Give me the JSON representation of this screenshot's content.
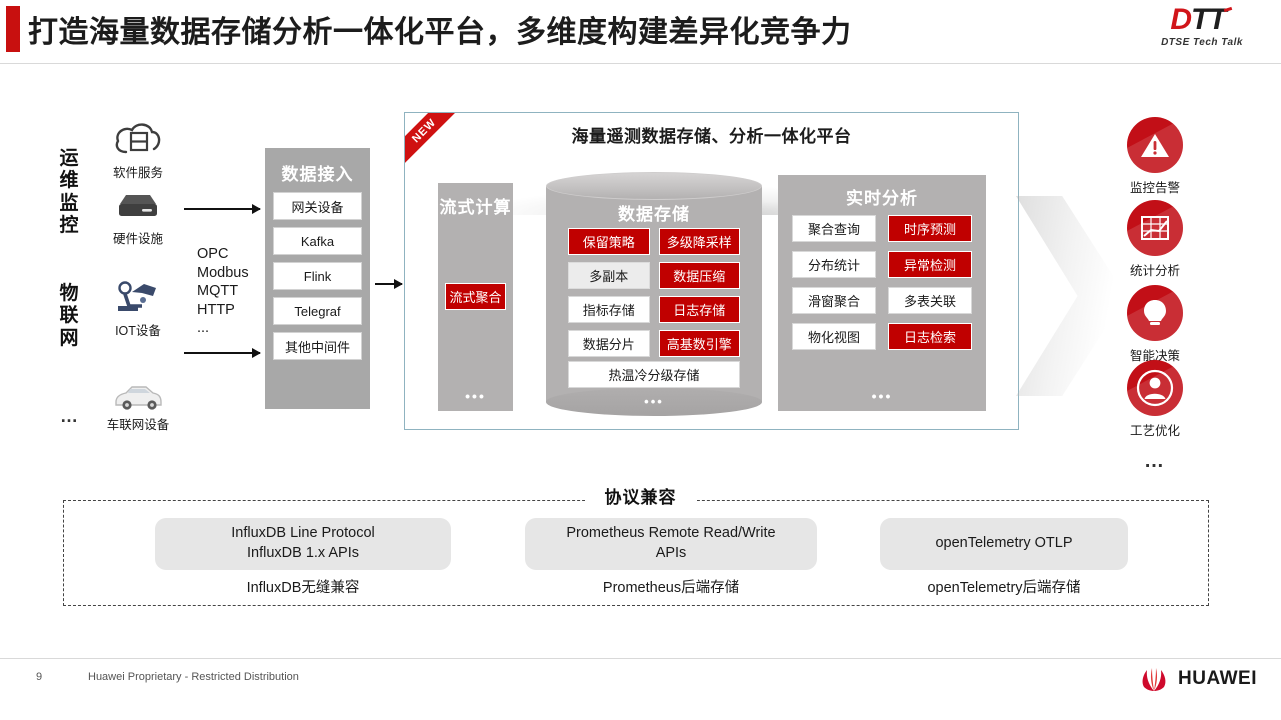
{
  "header": {
    "title": "打造海量数据存储分析一体化平台，多维度构建差异化竞争力",
    "accent_color": "#c8100f",
    "logo": {
      "mark_d": "D",
      "mark_tt": "TT",
      "subtitle": "DTSE  Tech Talk"
    }
  },
  "left_column": {
    "group_labels": [
      "运维监控",
      "物联网"
    ],
    "sources": [
      {
        "label": "软件服务",
        "icon": "cloud-icon"
      },
      {
        "label": "硬件设施",
        "icon": "server-icon"
      },
      {
        "label": "IOT设备",
        "icon": "robot-arm-icon"
      },
      {
        "label": "车联网设备",
        "icon": "car-icon"
      }
    ],
    "more": "…",
    "protocols": [
      "OPC",
      "Modbus",
      "MQTT",
      "HTTP",
      "..."
    ]
  },
  "ingest": {
    "title": "数据接入",
    "items": [
      "网关设备",
      "Kafka",
      "Flink",
      "Telegraf",
      "其他中间件"
    ]
  },
  "platform": {
    "badge": "NEW",
    "title": "海量遥测数据存储、分析一体化平台",
    "border_color": "#8fb3c0",
    "stream": {
      "title": "流式计算",
      "chips": [
        {
          "label": "流式聚合",
          "style": "red"
        }
      ],
      "more": "•••"
    },
    "storage": {
      "title": "数据存储",
      "chips": [
        {
          "label": "保留策略",
          "style": "red"
        },
        {
          "label": "多级降采样",
          "style": "red"
        },
        {
          "label": "多副本",
          "style": "light"
        },
        {
          "label": "数据压缩",
          "style": "red"
        },
        {
          "label": "指标存储",
          "style": "white"
        },
        {
          "label": "日志存储",
          "style": "red"
        },
        {
          "label": "数据分片",
          "style": "white"
        },
        {
          "label": "高基数引擎",
          "style": "red"
        }
      ],
      "wide_chip": {
        "label": "热温冷分级存储",
        "style": "white"
      },
      "more": "•••"
    },
    "analysis": {
      "title": "实时分析",
      "chips": [
        {
          "label": "聚合查询",
          "style": "white"
        },
        {
          "label": "时序预测",
          "style": "red"
        },
        {
          "label": "分布统计",
          "style": "white"
        },
        {
          "label": "异常检测",
          "style": "red"
        },
        {
          "label": "滑窗聚合",
          "style": "white"
        },
        {
          "label": "多表关联",
          "style": "white"
        },
        {
          "label": "物化视图",
          "style": "white"
        },
        {
          "label": "日志检索",
          "style": "red"
        }
      ],
      "more": "•••"
    }
  },
  "outcomes": {
    "items": [
      {
        "label": "监控告警",
        "icon": "warning-triangle-icon"
      },
      {
        "label": "统计分析",
        "icon": "bar-chart-icon"
      },
      {
        "label": "智能决策",
        "icon": "lightbulb-icon"
      },
      {
        "label": "工艺优化",
        "icon": "person-icon"
      }
    ],
    "more": "…",
    "accent_color": "#c20f17"
  },
  "compatibility": {
    "title": "协议兼容",
    "columns": [
      {
        "chip": "InfluxDB Line Protocol\nInfluxDB 1.x APIs",
        "chip_line1": "InfluxDB Line Protocol",
        "chip_line2": "InfluxDB 1.x APIs",
        "caption": "InfluxDB无缝兼容"
      },
      {
        "chip_line1": "Prometheus Remote Read/Write",
        "chip_line2": "APIs",
        "caption": "Prometheus后端存储"
      },
      {
        "chip_line1": "openTelemetry OTLP",
        "chip_line2": "",
        "caption": "openTelemetry后端存储"
      }
    ]
  },
  "footer": {
    "page_number": "9",
    "text": "Huawei Proprietary - Restricted Distribution",
    "brand": "HUAWEI"
  }
}
